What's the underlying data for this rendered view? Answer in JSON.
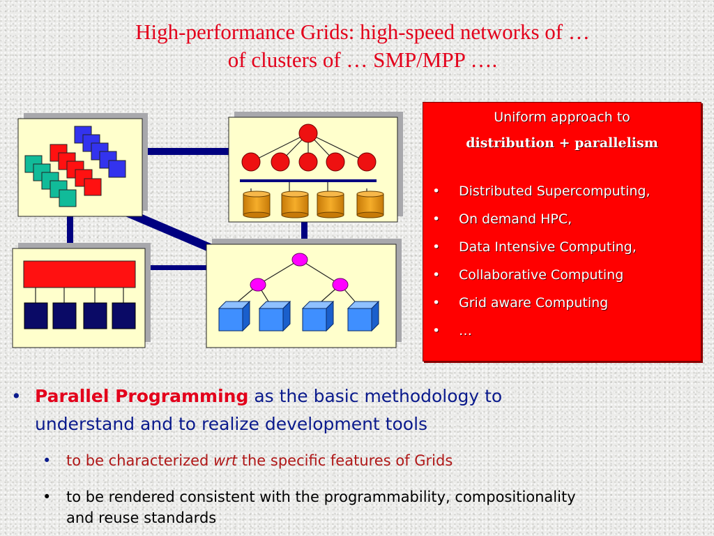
{
  "title": {
    "line1": "High-performance Grids: high-speed networks of …",
    "line2": "of clusters of … SMP/MPP …."
  },
  "redbox": {
    "heading1": "Uniform approach to",
    "heading2": "distribution + parallelism",
    "bullet": "•",
    "items": [
      "Distributed Supercomputing,",
      "On demand HPC,",
      "Data Intensive Computing,",
      "Collaborative Computing",
      "Grid aware Computing",
      "…"
    ]
  },
  "bullets": {
    "main_bullet": "•",
    "main_highlight": "Parallel Programming",
    "main_rest_1": " as the basic methodology to",
    "main_rest_2": "understand and to realize development tools",
    "sub_bullet": "•",
    "sub1_before": "to be characterized ",
    "sub1_italic": "wrt",
    "sub1_after": " the specific features of Grids",
    "sub2_line1": "to be rendered consistent with the programmability, compositionality",
    "sub2_line2": "and reuse standards"
  },
  "colors": {
    "title": "#e3001b",
    "panel_fill": "#ffffcc",
    "connector": "#000080",
    "box_red": "#ff0000",
    "cube_blue": "#3f8fff",
    "node_magenta": "#ff00ff",
    "cylinder_orange": "#e89a1a"
  },
  "icons": [
    "process-grid-icon",
    "tree-cluster-icon",
    "bus-cluster-icon",
    "cube-tree-icon"
  ]
}
